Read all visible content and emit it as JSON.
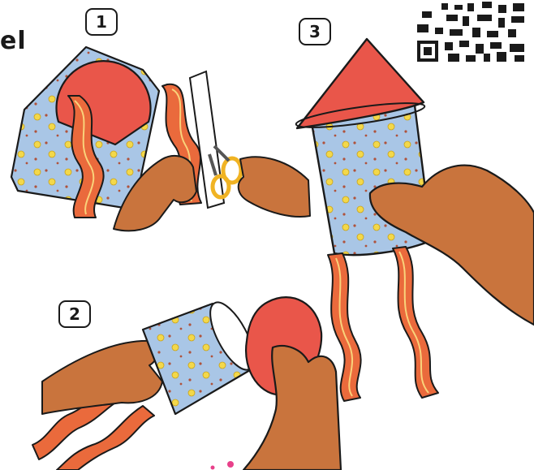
{
  "page": {
    "title_fragment": "el"
  },
  "steps": [
    {
      "number": "1",
      "illustration": "cut-paper-streamers-with-scissors"
    },
    {
      "number": "2",
      "illustration": "roll-tube-and-attach-streamers"
    },
    {
      "number": "3",
      "illustration": "finished-rocket-with-cone-and-streamers"
    }
  ],
  "colors": {
    "paper_blue": "#a9c6e6",
    "paper_red": "#e9564a",
    "streamer_orange": "#ea6a3c",
    "streamer_highlight": "#f9d27a",
    "dot_yellow": "#f3d84a",
    "skin": "#c9743d",
    "outline": "#1a1a1a"
  }
}
